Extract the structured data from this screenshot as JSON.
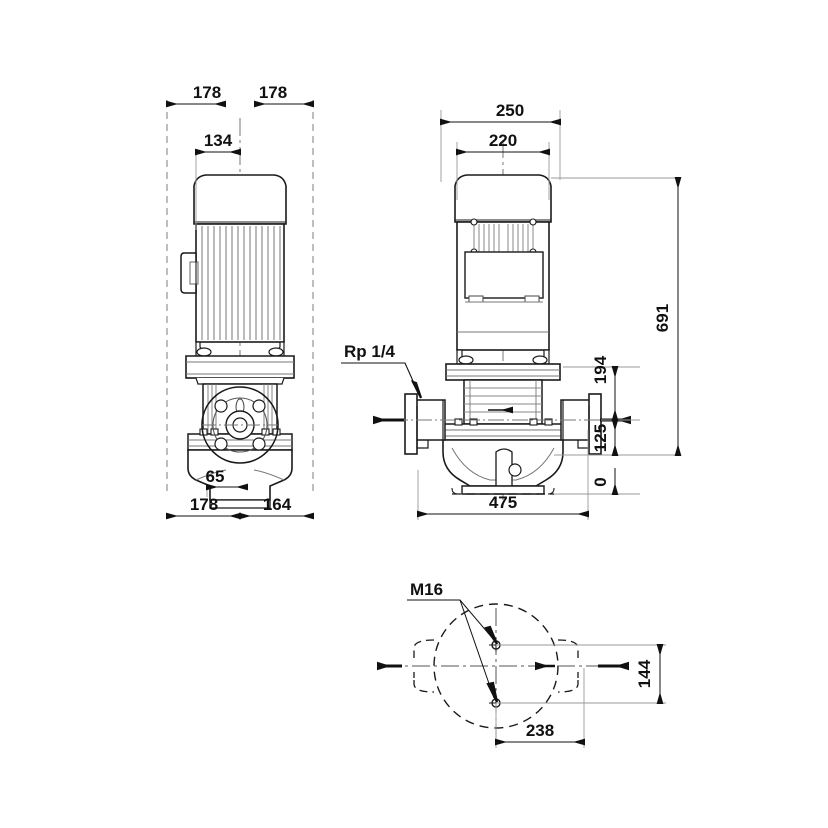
{
  "drawing": {
    "title": "Inline centrifugal pump dimensional drawing",
    "background_color": "#ffffff",
    "line_color": "#1a1a1a",
    "thin_line_color": "#555555",
    "dimension_color": "#111111"
  },
  "views": {
    "left_side": {
      "name": "side-view",
      "dimensions": {
        "half_width_left": "178",
        "half_width_right": "178",
        "motor_width": "134",
        "flange_offset": "65",
        "base_left": "178",
        "base_right": "164"
      }
    },
    "right_front": {
      "name": "front-view",
      "dimensions": {
        "overall_width": "250",
        "motor_width": "220",
        "overall_height": "691",
        "upper_height": "194",
        "port_centre_height": "125",
        "datum": "0",
        "base_length": "475"
      },
      "callouts": {
        "vent_port": "Rp 1/4"
      }
    },
    "bottom": {
      "name": "bottom-view",
      "dimensions": {
        "bolt_spacing_transverse": "144",
        "bolt_spacing_longitudinal": "238"
      },
      "callouts": {
        "thread": "M16"
      }
    }
  },
  "labels": {
    "d178_left": "178",
    "d178_right": "178",
    "d134": "134",
    "d65": "65",
    "d178_base": "178",
    "d164": "164",
    "d250": "250",
    "d220": "220",
    "d691": "691",
    "d194": "194",
    "d125": "125",
    "d0": "0",
    "d475": "475",
    "rp14": "Rp 1/4",
    "m16": "M16",
    "d144": "144",
    "d238": "238"
  }
}
